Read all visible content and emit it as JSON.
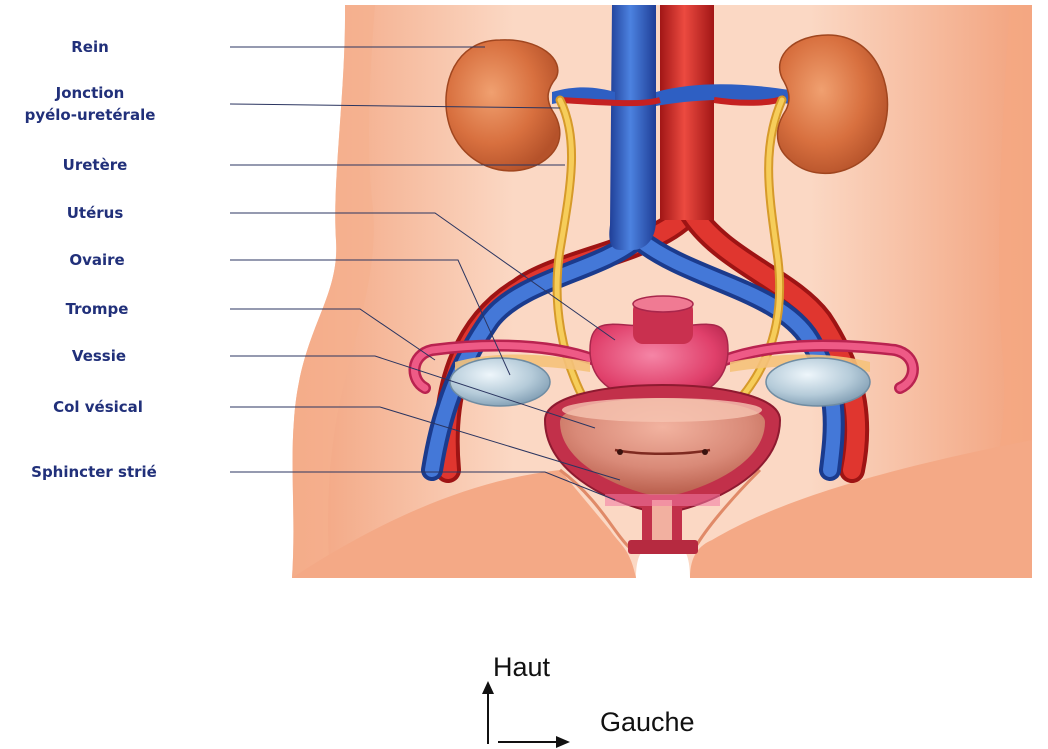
{
  "labels": {
    "rein": "Rein",
    "jonction_line1": "Jonction",
    "jonction_line2": "pyélo-uretérale",
    "uretere": "Uretère",
    "uterus": "Utérus",
    "ovaire": "Ovaire",
    "trompe": "Trompe",
    "vessie": "Vessie",
    "col_vesical": "Col vésical",
    "sphincter_strie": "Sphincter strié"
  },
  "orientation": {
    "up_label": "Haut",
    "right_label": "Gauche"
  },
  "colors": {
    "label_text": "#21307a",
    "skin": "#f6b596",
    "skin_light": "#fbdccb",
    "kidney": "#d86f41",
    "artery": "#d42a2a",
    "vein": "#2e5fc3",
    "ureter": "#f2c24b",
    "uterus": "#e0406b",
    "ovary": "#aac3d4",
    "bladder": "#c4374a"
  }
}
